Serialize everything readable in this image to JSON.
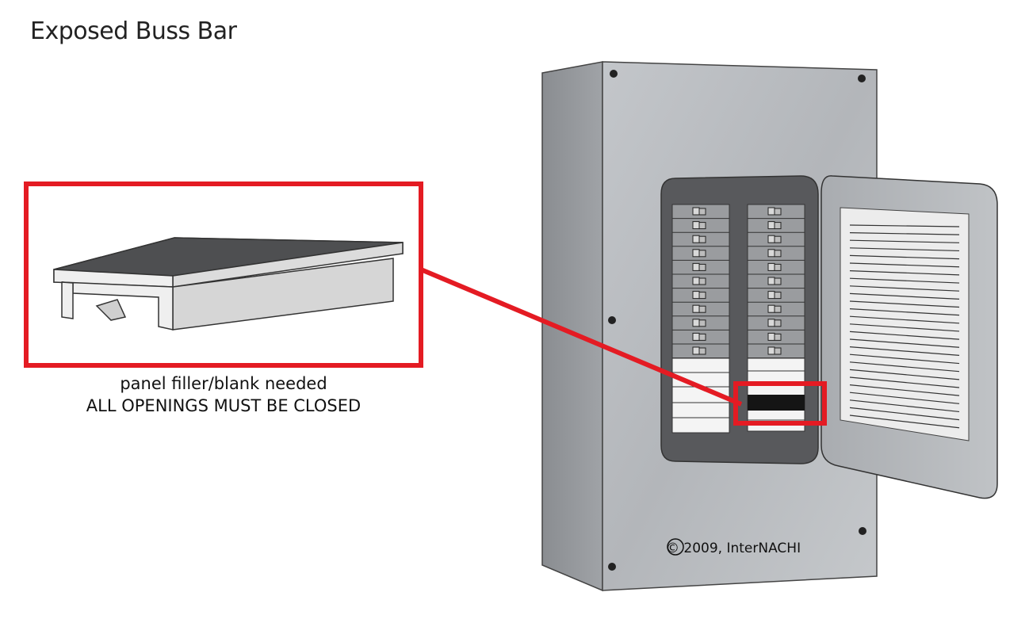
{
  "title": "Exposed Buss Bar",
  "callout": {
    "caption_line1": "panel filler/blank needed",
    "caption_line2": "ALL OPENINGS MUST BE CLOSED"
  },
  "panel": {
    "copyright": "© 2009, InterNACHI",
    "left_column_breakers": 11,
    "right_column_breakers": 11
  },
  "colors": {
    "highlight": "#e41b23",
    "enclosure_front": "#b9bcc0",
    "enclosure_side": "#8f9296",
    "panel_trim": "#56575a",
    "open_slot": "#151515"
  }
}
